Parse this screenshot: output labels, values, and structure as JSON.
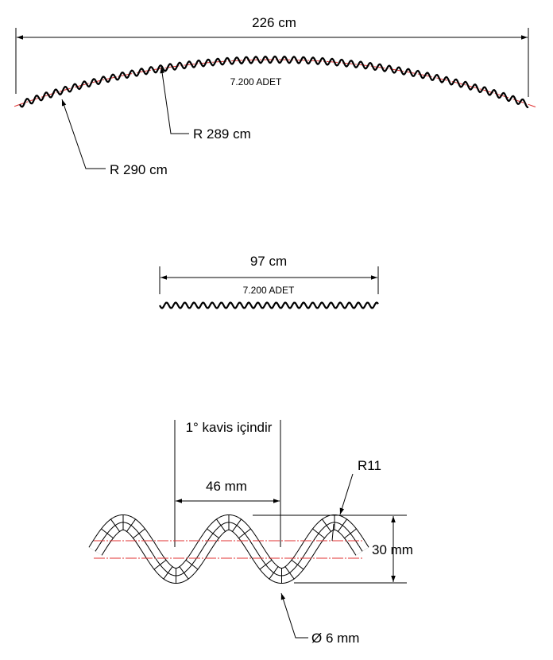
{
  "drawing": {
    "arc_view": {
      "length_label": "226 cm",
      "quantity_label": "7.200 ADET",
      "inner_radius_label": "R 289 cm",
      "outer_radius_label": "R 290 cm"
    },
    "flat_view": {
      "length_label": "97 cm",
      "quantity_label": "7.200 ADET"
    },
    "detail_view": {
      "note_label": "1° kavis içindir",
      "pitch_label": "46 mm",
      "bend_radius_label": "R11",
      "height_label": "30 mm",
      "wire_diameter_label": "Ø 6 mm"
    },
    "colors": {
      "line": "#000000",
      "centerline": "#e03030"
    }
  }
}
